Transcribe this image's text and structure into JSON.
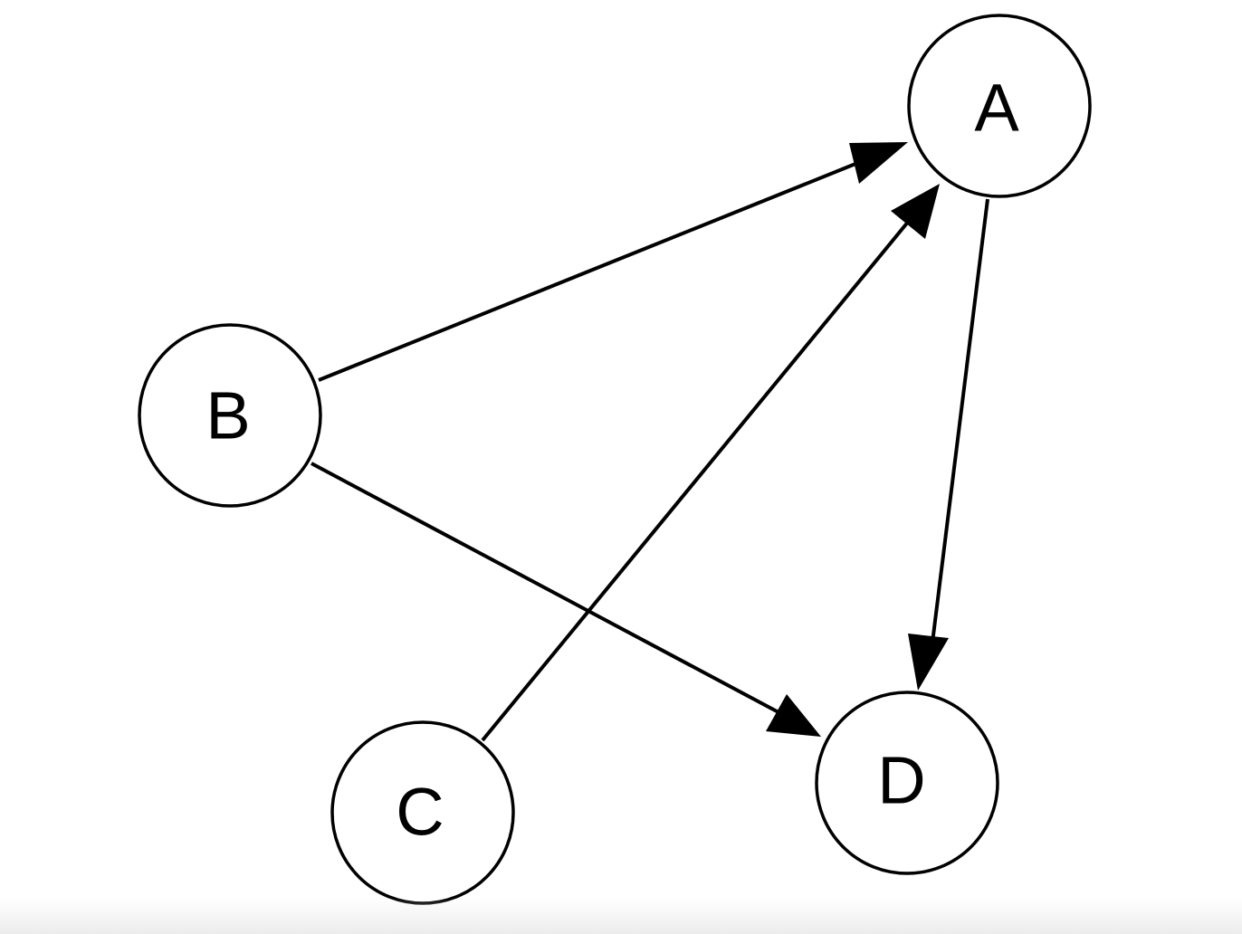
{
  "diagram": {
    "nodes": [
      {
        "id": "A",
        "label": "A"
      },
      {
        "id": "B",
        "label": "B"
      },
      {
        "id": "C",
        "label": "C"
      },
      {
        "id": "D",
        "label": "D"
      }
    ],
    "edges": [
      {
        "from": "B",
        "to": "A"
      },
      {
        "from": "C",
        "to": "A"
      },
      {
        "from": "A",
        "to": "D"
      },
      {
        "from": "B",
        "to": "D"
      }
    ]
  }
}
